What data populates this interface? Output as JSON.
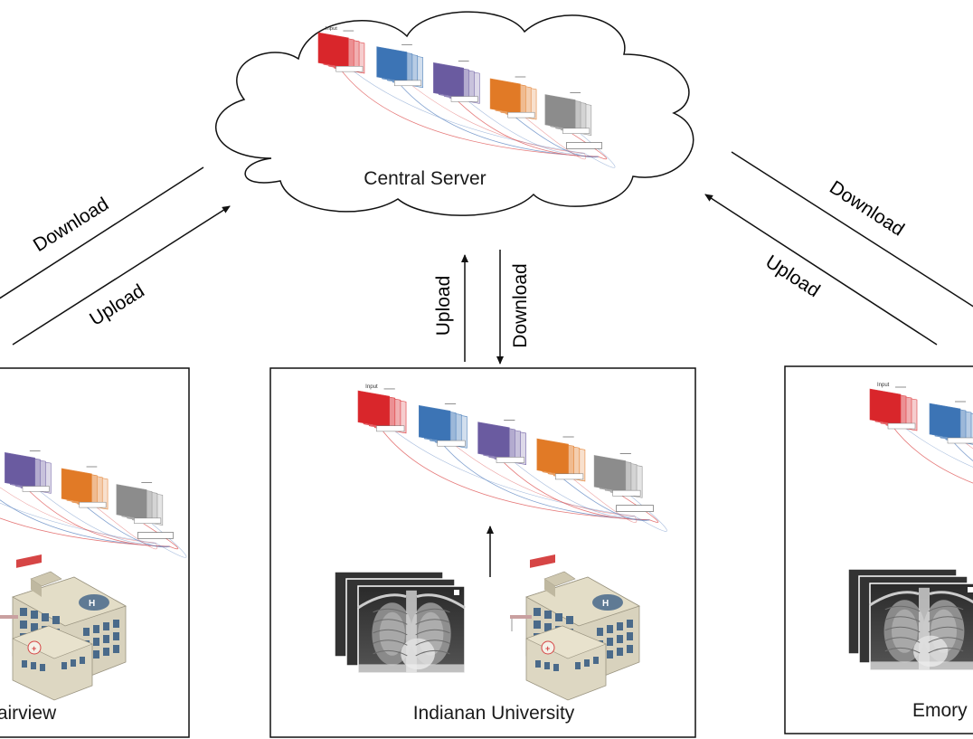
{
  "server": {
    "label": "Central Server"
  },
  "sites": [
    {
      "id": "left",
      "label": "Fairview"
    },
    {
      "id": "center",
      "label": "Indianan University"
    },
    {
      "id": "right",
      "label": "Emory"
    }
  ],
  "links": [
    {
      "id": "left",
      "download_label": "Download",
      "upload_label": "Upload"
    },
    {
      "id": "center",
      "download_label": "Download",
      "upload_label": "Upload"
    },
    {
      "id": "right",
      "download_label": "Download",
      "upload_label": "Upload"
    }
  ],
  "network": {
    "input_label": "Input",
    "layers": [
      {
        "name": "x0",
        "color": "#d9262b"
      },
      {
        "name": "x1",
        "color": "#3c74b5"
      },
      {
        "name": "x2",
        "color": "#6a5ba0"
      },
      {
        "name": "x3",
        "color": "#e17a26"
      },
      {
        "name": "x4",
        "color": "#8c8c8c"
      }
    ]
  },
  "colors": {
    "stroke": "#111111",
    "curve_red": "#e06060",
    "curve_blue": "#6a8fc7",
    "building_wall": "#d8d2bd",
    "building_roof": "#e3ddc7",
    "window": "#4a6a8a",
    "helipad": "#5f7a94"
  }
}
